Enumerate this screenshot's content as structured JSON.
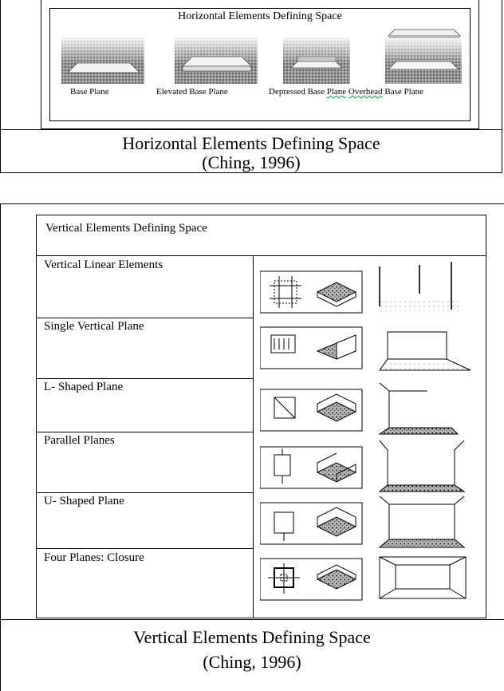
{
  "horizontal": {
    "inner_title": "Horizontal Elements Defining Space",
    "panels": [
      {
        "label": "Base Plane"
      },
      {
        "label": "Elevated Base Plane"
      },
      {
        "label_pre": "Depressed Base ",
        "label_u1": "Plane",
        "label_mid": " ",
        "label_u2": "Overhead",
        "label_post": " Base Plane"
      }
    ],
    "caption_line1": "Horizontal Elements Defining Space",
    "caption_line2": "(Ching, 1996)"
  },
  "vertical": {
    "table_title": "Vertical Elements Defining Space",
    "rows": [
      {
        "label": "Vertical Linear Elements"
      },
      {
        "label": "Single Vertical Plane"
      },
      {
        "label": "L- Shaped Plane"
      },
      {
        "label": "Parallel Planes"
      },
      {
        "label": "U- Shaped Plane"
      },
      {
        "label": "Four Planes: Closure"
      }
    ],
    "caption_line1": "Vertical Elements Defining Space",
    "caption_line2": "(Ching, 1996)"
  }
}
